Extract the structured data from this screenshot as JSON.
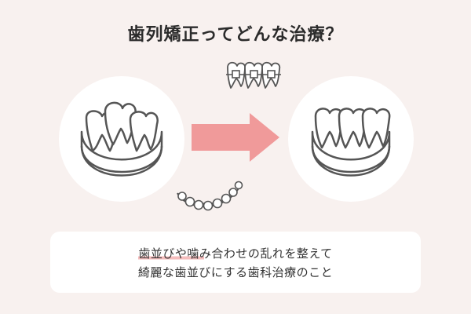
{
  "title": "歯列矯正ってどんな治療？",
  "description": {
    "line1": "歯並びや噛み合わせの乱れを整えて",
    "line2": "綺麗な歯並びにする歯科治療のこと"
  },
  "colors": {
    "background": "#f8f1ef",
    "circle": "#ffffff",
    "arrow": "#f09a9a",
    "outline": "#555555",
    "highlight": "#f5bdbd"
  },
  "icons": {
    "before": "crooked-teeth-icon",
    "after": "straight-teeth-icon",
    "braces": "braces-icon",
    "aligner": "aligner-icon",
    "arrow": "right-arrow-icon"
  }
}
